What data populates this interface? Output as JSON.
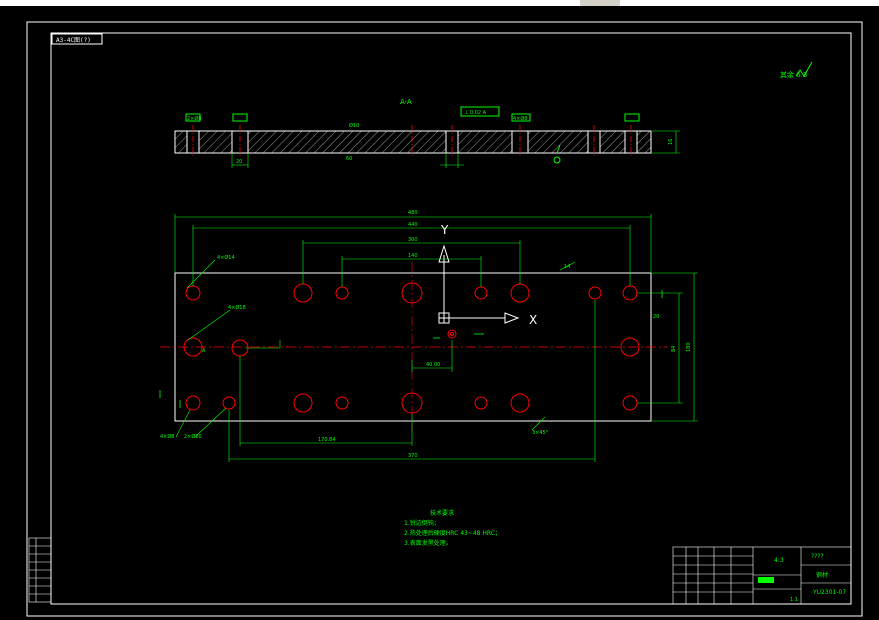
{
  "colors": {
    "background": "#000000",
    "frame": "#ffffff",
    "dimension": "#00ff00",
    "hole": "#ff0000",
    "centerline": "#ff0000",
    "ucs": "#ffffff"
  },
  "drawing": {
    "code_box": "A3-4C图(?)",
    "surface_finish_note": "其余 6.3",
    "section_title": "A-A",
    "section_labels": {
      "hole_callout_left": "2×Ø8",
      "hole_callout_mid": "Ø10",
      "datum_box": "⊥ 0.02 A",
      "hole_callout_right": "4×Ø8",
      "thickness": "16",
      "dim_a": "20",
      "dim_b": "60"
    },
    "plan_labels": {
      "overall_length": "480",
      "span_440": "440",
      "span_300": "300",
      "span_140": "140",
      "hole_note_tl": "4×Ø14",
      "hole_note_ml": "4×Ø18",
      "hole_note_bl": "4×Ø8",
      "hole_note_bl2": "2×Ø20",
      "angle_note": "3×45°",
      "dim_bottom_1": "170.84",
      "dim_bottom_2": "370",
      "height_right": "180",
      "height_inner": "84",
      "dim_right_small": "20",
      "dim_center": "40.00",
      "section_mark_a": "A",
      "view_y": "Y",
      "view_x": "X",
      "slot_label": "14"
    },
    "tech_req": {
      "title": "技术要求",
      "items": [
        "1.锐边倒钝；",
        "2.热处理后硬度HRC 43~48 HRC；",
        "3.表面发黑处理。"
      ]
    },
    "title_block": {
      "scale": "4:3",
      "part_name": "????",
      "material": "钢材",
      "drawing_no": "YU2301-07",
      "sheet": "1:1"
    }
  }
}
